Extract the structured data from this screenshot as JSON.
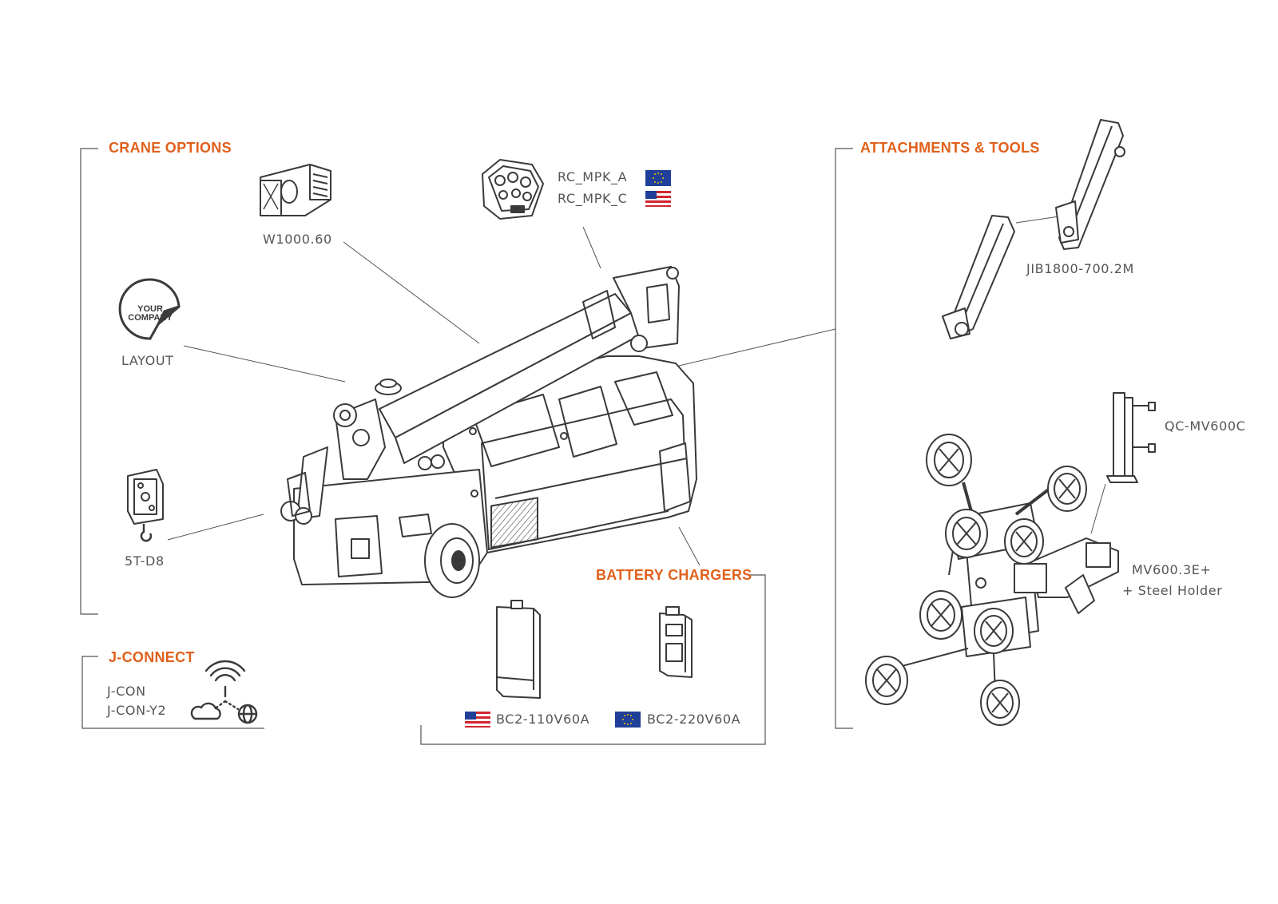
{
  "sections": {
    "crane_options": "CRANE OPTIONS",
    "attachments_tools": "ATTACHMENTS & TOOLS",
    "battery_chargers": "BATTERY CHARGERS",
    "j_connect": "J-CONNECT"
  },
  "crane_options": {
    "winch": "W1000.60",
    "layout": "LAYOUT",
    "hook": "5T-D8",
    "sticker_text": [
      "YOUR",
      "COMPANY"
    ]
  },
  "remote_controls": {
    "eu": "RC_MPK_A",
    "us": "RC_MPK_C"
  },
  "attachments_tools": {
    "jib": "JIB1800-700.2M",
    "quick_coupler": "QC-MV600C",
    "vacuum_lifter_line1": "MV600.3E+",
    "vacuum_lifter_line2": "+ Steel Holder"
  },
  "battery_chargers": {
    "us": "BC2-110V60A",
    "eu": "BC2-220V60A"
  },
  "j_connect": {
    "line1": "J-CON",
    "line2": "J-CON-Y2",
    "icons": [
      "wifi-icon",
      "cloud-icon",
      "globe-icon"
    ]
  },
  "colors": {
    "accent": "#e0601c",
    "line": "#444444",
    "eu_blue": "#1f3f98",
    "eu_stars": "#f4c300",
    "us_red": "#d22630"
  }
}
